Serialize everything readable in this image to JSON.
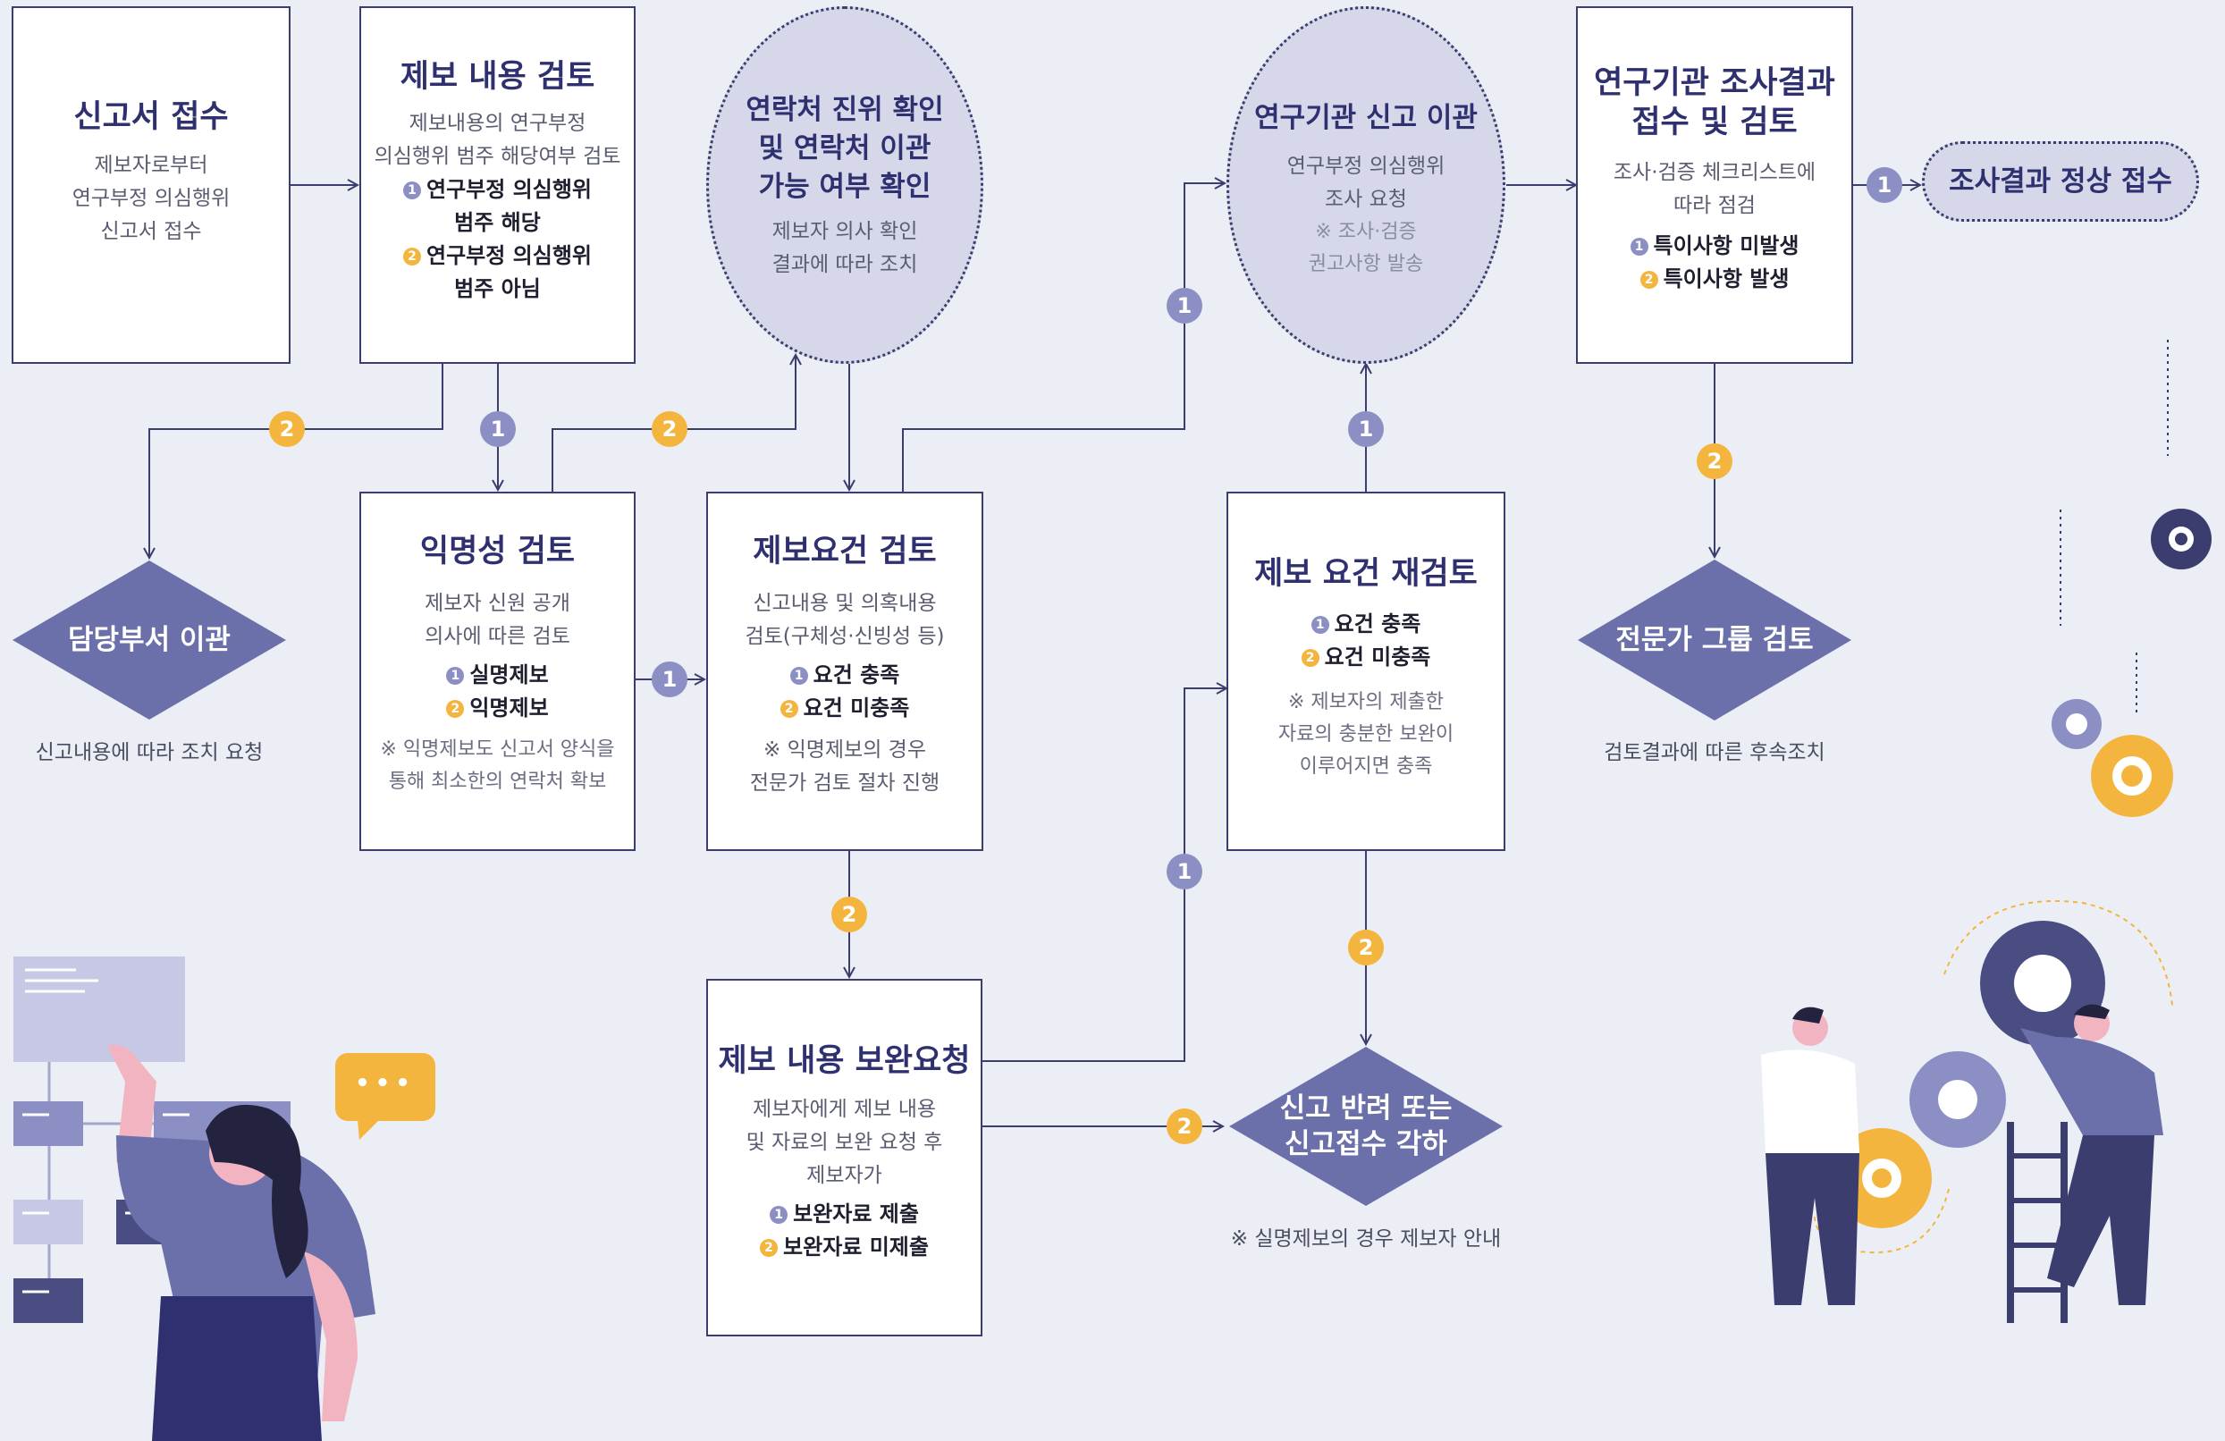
{
  "boxes": {
    "receipt": {
      "title": "신고서 접수",
      "desc": [
        "제보자로부터",
        "연구부정 의심행위",
        "신고서 접수"
      ]
    },
    "content_review": {
      "title": "제보 내용 검토",
      "desc": [
        "제보내용의 연구부정",
        "의심행위 범주 해당여부 검토"
      ],
      "opt1": [
        "연구부정 의심행위",
        "범주 해당"
      ],
      "opt2": [
        "연구부정 의심행위",
        "범주 아님"
      ]
    },
    "contact_check": {
      "title": [
        "연락처 진위 확인",
        "및 연락처 이관",
        "가능 여부 확인"
      ],
      "desc": [
        "제보자 의사 확인",
        "결과에 따라 조치"
      ]
    },
    "inst_transfer": {
      "title": "연구기관 신고 이관",
      "desc": [
        "연구부정 의심행위",
        "조사 요청"
      ],
      "note": [
        "※ 조사·검증",
        "권고사항 발송"
      ]
    },
    "inst_result": {
      "title": [
        "연구기관 조사결과",
        "접수 및 검토"
      ],
      "desc": [
        "조사·검증 체크리스트에",
        "따라 점검"
      ],
      "opt1": "특이사항 미발생",
      "opt2": "특이사항 발생"
    },
    "normal_receipt": {
      "title": "조사결과 정상 접수"
    },
    "dept_transfer": {
      "title": "담당부서 이관",
      "caption": "신고내용에 따라 조치 요청"
    },
    "anonymity": {
      "title": "익명성 검토",
      "desc": [
        "제보자 신원 공개",
        "의사에 따른 검토"
      ],
      "opt1": "실명제보",
      "opt2": "익명제보",
      "note": [
        "※ 익명제보도 신고서 양식을",
        "통해 최소한의 연락처 확보"
      ]
    },
    "requirements": {
      "title": "제보요건 검토",
      "desc": [
        "신고내용 및 의혹내용",
        "검토(구체성·신빙성 등)"
      ],
      "opt1": "요건 충족",
      "opt2": "요건 미충족",
      "note": [
        "※ 익명제보의 경우",
        "전문가 검토 절차 진행"
      ]
    },
    "re_review": {
      "title": "제보 요건 재검토",
      "opt1": "요건 충족",
      "opt2": "요건 미충족",
      "note": [
        "※ 제보자의 제출한",
        "자료의 충분한 보완이",
        "이루어지면 충족"
      ]
    },
    "expert": {
      "title": "전문가 그룹 검토",
      "caption": "검토결과에 따른 후속조치"
    },
    "supplement": {
      "title": "제보 내용 보완요청",
      "desc": [
        "제보자에게 제보 내용",
        "및 자료의 보완 요청 후",
        "제보자가"
      ],
      "opt1": "보완자료 제출",
      "opt2": "보완자료 미제출"
    },
    "reject": {
      "title": [
        "신고 반려 또는",
        "신고접수 각하"
      ],
      "caption": "※ 실명제보의 경우 제보자 안내"
    }
  },
  "badges": {
    "one": "1",
    "two": "2"
  },
  "speech_bubble": "•••",
  "colors": {
    "navy": "#3a3d6e",
    "diamond": "#6b6faa",
    "badge1": "#8c8fc4",
    "badge2": "#f3b53d",
    "background": "#eceef6"
  }
}
